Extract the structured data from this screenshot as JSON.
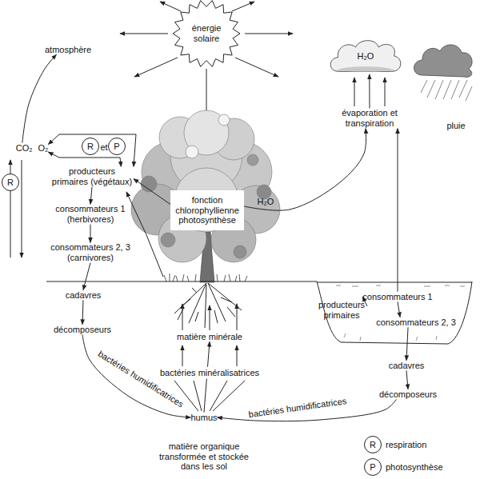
{
  "diagram": {
    "nodes": [
      {
        "text": [
          "atmosphère"
        ]
      },
      {
        "text": [
          "énergie solaire"
        ]
      },
      {
        "text": [
          "H₂O"
        ]
      },
      {
        "text": [
          "évaporation et transpiration"
        ]
      },
      {
        "text": [
          "R"
        ]
      },
      {
        "text": [
          "CO₂",
          "O₂"
        ]
      },
      {
        "text": [
          "R"
        ]
      },
      {
        "text": [
          "P"
        ]
      },
      {
        "text": [
          "producteurs primaires (végétaux)"
        ]
      },
      {
        "text": [
          "consommateurs 1 (herbivores)"
        ]
      },
      {
        "text": [
          "consommateurs 2, 3 (carnivores)"
        ]
      },
      {
        "text": [
          "fonction chlorophyllienne photosynthèse"
        ]
      },
      {
        "text": [
          "cadavres"
        ]
      },
      {
        "text": [
          "décomposeurs"
        ]
      },
      {
        "text": [
          "matière minérale"
        ]
      },
      {
        "text": [
          "humus"
        ]
      },
      {
        "text": [
          "producteurs primaires"
        ]
      },
      {
        "text": [
          "consommateurs 1"
        ]
      },
      {
        "text": [
          "consommateurs 2, 3"
        ]
      },
      {
        "text": [
          "cadavres"
        ]
      },
      {
        "text": [
          "décomposeurs"
        ]
      },
      {
        "text": [
          "R"
        ]
      },
      {
        "text": [
          "P"
        ]
      }
    ],
    "edges": [
      {
        "from": 5,
        "to": 0,
        "arrow": "to"
      },
      {
        "from": 5,
        "to": 8,
        "arrow": "both"
      },
      {
        "from": 5,
        "to": 8,
        "arrow": "both"
      },
      {
        "from": 8,
        "to": 9,
        "arrow": "to"
      },
      {
        "from": 9,
        "to": 10,
        "arrow": "to"
      },
      {
        "from": 10,
        "to": 12,
        "arrow": "to"
      },
      {
        "from": 12,
        "to": 13,
        "arrow": "to"
      },
      {
        "from": 13,
        "to": 15,
        "label": "bactéries humidificatrices",
        "arrow": "to"
      },
      {
        "from": 15,
        "to": 14,
        "label": "bactéries minéralisatrices",
        "arrow": "to"
      },
      {
        "from": 11,
        "to": 8,
        "arrow": "to"
      },
      {
        "from": 11,
        "to": 3,
        "label": "H₂O",
        "arrow": "to"
      },
      {
        "from": 3,
        "to": 2,
        "arrow": "to"
      },
      {
        "from": 17,
        "to": 3,
        "arrow": "to"
      },
      {
        "from": 16,
        "to": 17,
        "arrow": "to"
      },
      {
        "from": 17,
        "to": 18,
        "arrow": "to"
      },
      {
        "from": 18,
        "to": 19,
        "arrow": "to"
      },
      {
        "from": 19,
        "to": 20,
        "arrow": "to"
      },
      {
        "from": 20,
        "to": 15,
        "label": "bactéries humidificatrices",
        "arrow": "to"
      }
    ],
    "labels": [
      "et",
      "pluie",
      "matière organique transformée et stockée dans les sol"
    ],
    "legend": [
      {
        "text": "respiration"
      },
      {
        "text": "photosynthèse"
      }
    ]
  }
}
